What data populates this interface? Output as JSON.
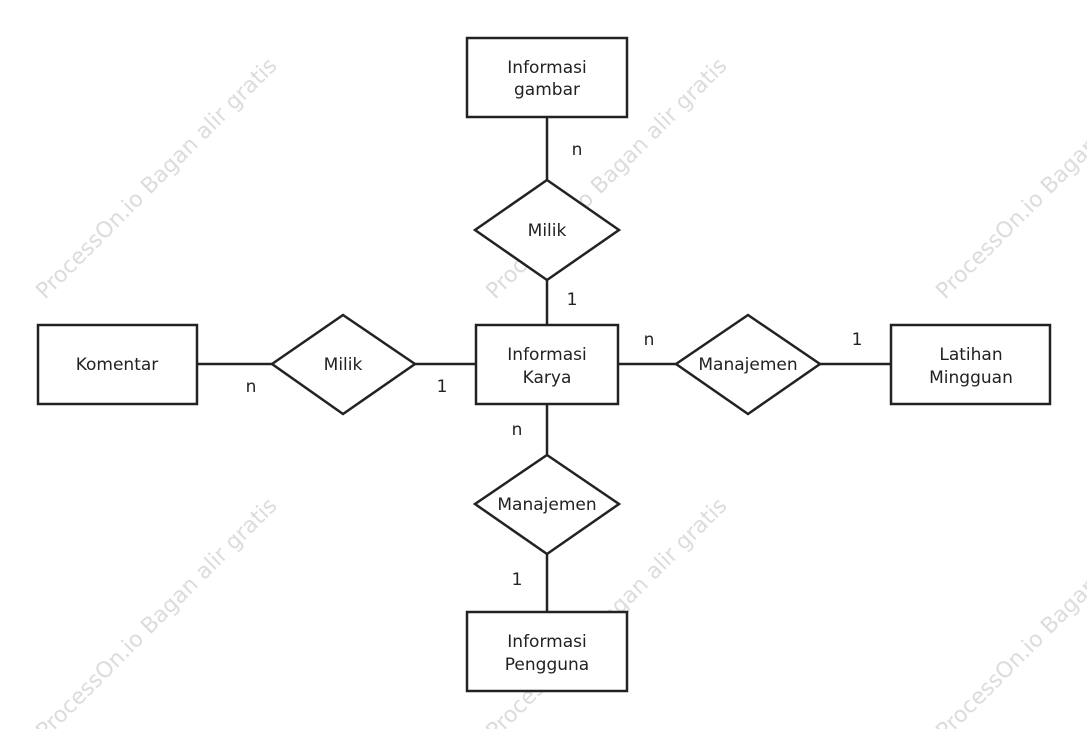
{
  "watermark": "ProcessOn.io Bagan alir gratis",
  "diagram": {
    "entities": {
      "informasi_gambar": {
        "lines": [
          "Informasi",
          "gambar"
        ]
      },
      "informasi_karya": {
        "lines": [
          "Informasi",
          "Karya"
        ]
      },
      "komentar": {
        "lines": [
          "Komentar"
        ]
      },
      "latihan_mingguan": {
        "lines": [
          "Latihan",
          "Mingguan"
        ]
      },
      "informasi_pengguna": {
        "lines": [
          "Informasi",
          "Pengguna"
        ]
      }
    },
    "relationships": {
      "milik_top": {
        "label": "Milik"
      },
      "milik_left": {
        "label": "Milik"
      },
      "manajemen_right": {
        "label": "Manajemen"
      },
      "manajemen_bottom": {
        "label": "Manajemen"
      }
    },
    "cardinalities": {
      "top_gambar": "n",
      "top_karya": "1",
      "left_komentar": "n",
      "left_karya": "1",
      "right_karya": "n",
      "right_latihan": "1",
      "bottom_karya": "n",
      "bottom_pengguna": "1"
    }
  }
}
